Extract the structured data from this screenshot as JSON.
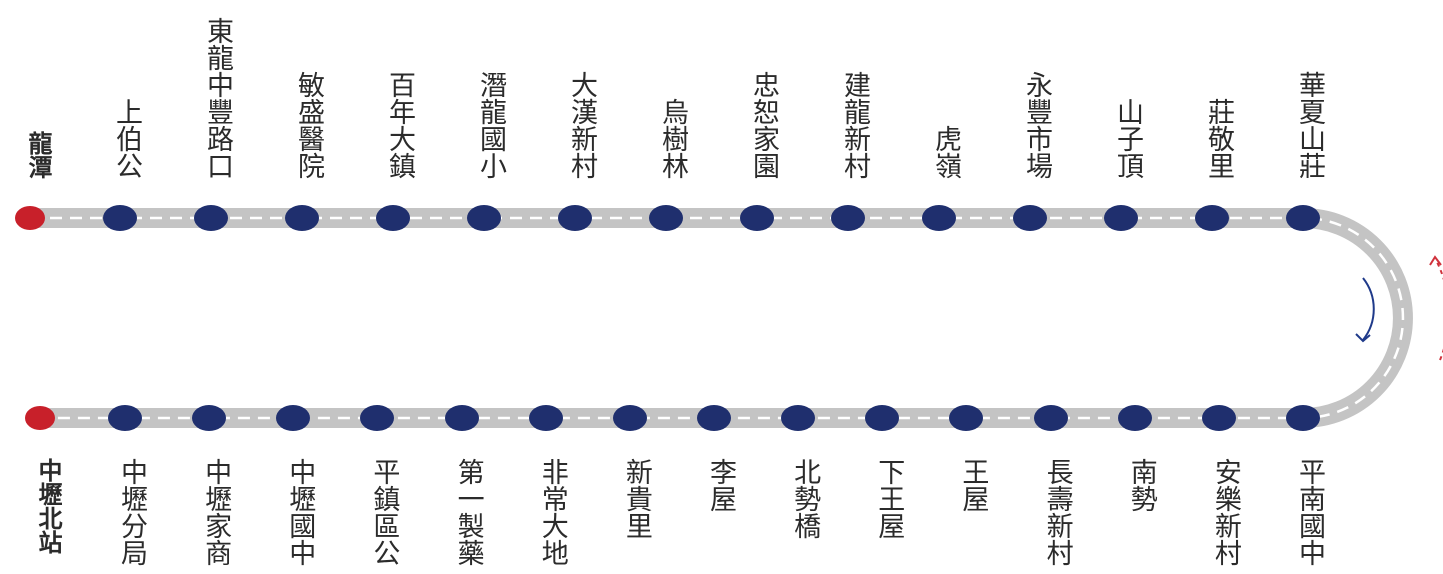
{
  "colors": {
    "track": "#c4c4c4",
    "dash": "#ffffff",
    "station": "#1f2f6e",
    "terminal": "#c8202a",
    "arrow_down": "#1f3a8a",
    "arrow_up": "#d0323c",
    "text": "#2b2b2b"
  },
  "route": {
    "top_terminal": "龍潭",
    "bottom_terminal": "中壢北站",
    "top_stations": [
      "上伯公",
      "東龍中豐路口",
      "敏盛醫院",
      "百年大鎮",
      "潛龍國小",
      "大漢新村",
      "烏樹林",
      "忠恕家園",
      "建龍新村",
      "虎嶺",
      "永豐市場",
      "山子頂",
      "莊敬里",
      "華夏山莊"
    ],
    "bottom_stations": [
      "中壢分局",
      "中壢家商",
      "中壢國中",
      "平鎮區公",
      "第一製藥",
      "非常大地",
      "新貴里",
      "李屋",
      "北勢橋",
      "下王屋",
      "王屋",
      "長壽新村",
      "南勢",
      "安樂新村",
      "平南國中"
    ],
    "direction_icons": [
      "arrow-down-icon",
      "arrow-up-icon"
    ]
  }
}
